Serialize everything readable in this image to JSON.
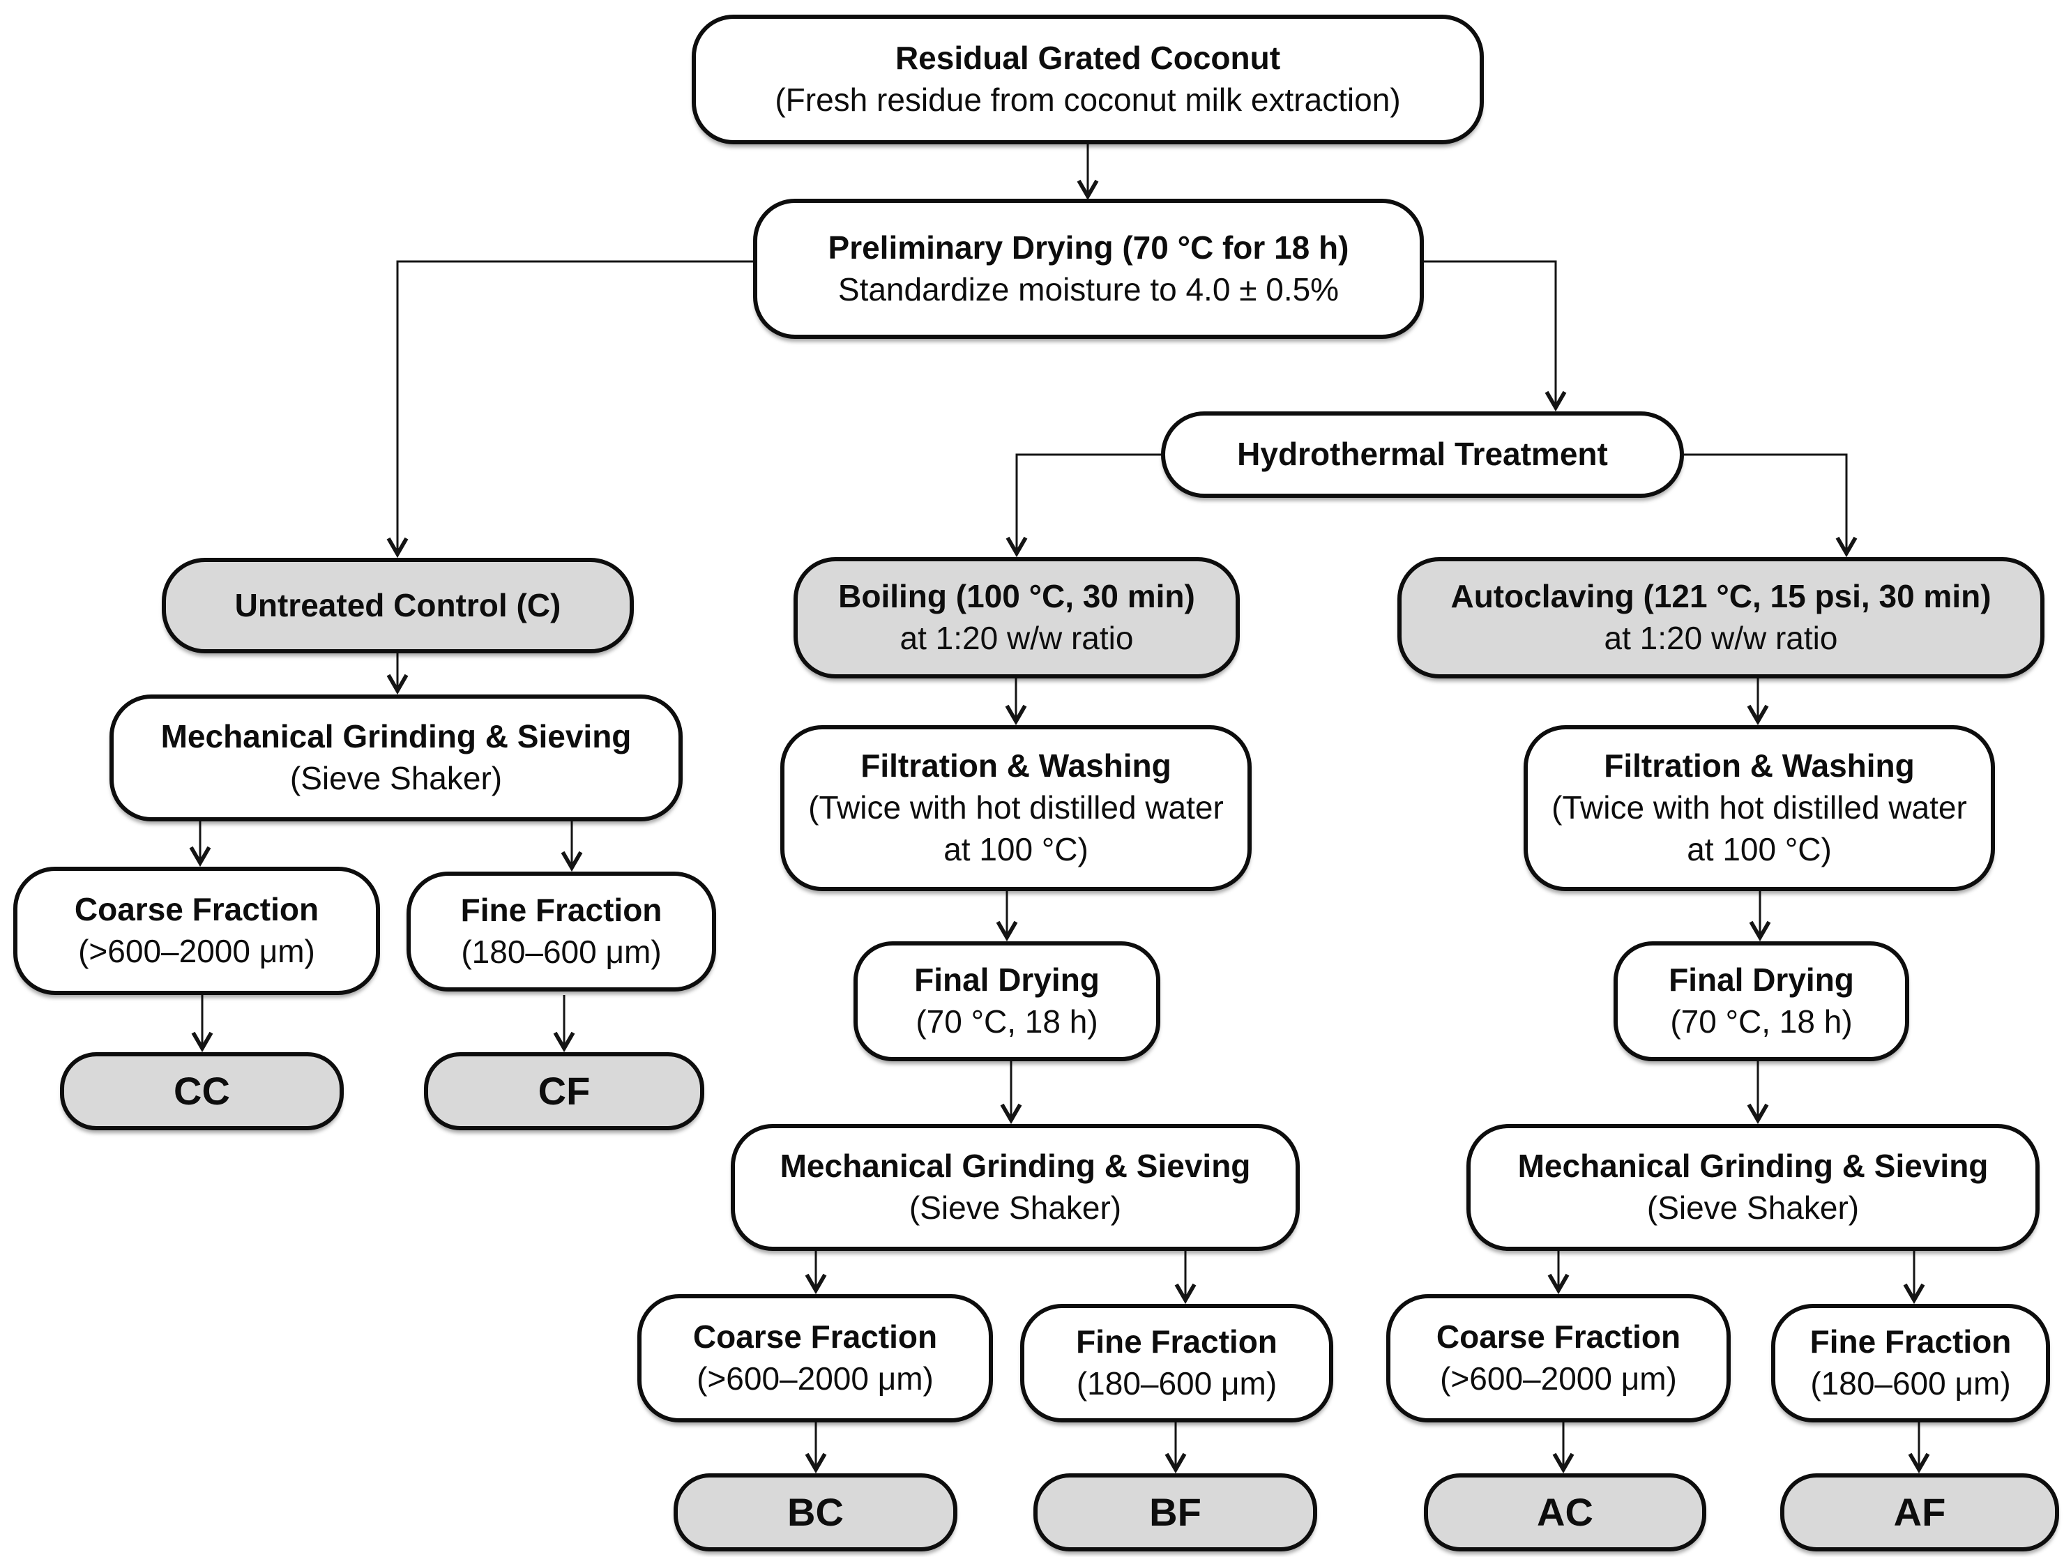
{
  "colors": {
    "node_fill": "#ffffff",
    "node_fill_shaded": "#d9d9d9",
    "outline": "#0d0d0d"
  },
  "nodes": {
    "residual": {
      "title": "Residual Grated Coconut",
      "subtitle": "(Fresh residue from coconut milk extraction)"
    },
    "preliminary_drying": {
      "title": "Preliminary Drying (70 °C for 18 h)",
      "subtitle": "Standardize moisture to 4.0 ± 0.5%"
    },
    "hydrothermal": {
      "title": "Hydrothermal Treatment"
    },
    "untreated_control": {
      "title": "Untreated Control (C)"
    },
    "boiling": {
      "title": "Boiling (100 °C, 30 min)",
      "subtitle": "at 1:20 w/w ratio"
    },
    "autoclaving": {
      "title": "Autoclaving (121 °C, 15 psi, 30 min)",
      "subtitle": "at 1:20 w/w ratio"
    },
    "grinding_control": {
      "title": "Mechanical Grinding & Sieving",
      "subtitle": "(Sieve Shaker)"
    },
    "grinding_boiling": {
      "title": "Mechanical Grinding & Sieving",
      "subtitle": "(Sieve Shaker)"
    },
    "grinding_autoclaving": {
      "title": "Mechanical Grinding & Sieving",
      "subtitle": "(Sieve Shaker)"
    },
    "filtration_boiling": {
      "title": "Filtration & Washing",
      "subtitle": "(Twice with hot distilled water at 100 °C)"
    },
    "filtration_autoclaving": {
      "title": "Filtration & Washing",
      "subtitle": "(Twice with hot distilled water at 100 °C)"
    },
    "final_drying_boiling": {
      "title": "Final Drying",
      "subtitle": "(70 °C, 18 h)"
    },
    "final_drying_autoclaving": {
      "title": "Final Drying",
      "subtitle": "(70 °C, 18 h)"
    },
    "coarse_control": {
      "title": "Coarse Fraction",
      "subtitle": "(>600–2000 μm)"
    },
    "fine_control": {
      "title": "Fine Fraction",
      "subtitle": "(180–600 μm)"
    },
    "coarse_boiling": {
      "title": "Coarse Fraction",
      "subtitle": "(>600–2000 μm)"
    },
    "fine_boiling": {
      "title": "Fine Fraction",
      "subtitle": "(180–600 μm)"
    },
    "coarse_autoclaving": {
      "title": "Coarse Fraction",
      "subtitle": "(>600–2000 μm)"
    },
    "fine_autoclaving": {
      "title": "Fine Fraction",
      "subtitle": "(180–600 μm)"
    },
    "code_cc": {
      "label": "CC"
    },
    "code_cf": {
      "label": "CF"
    },
    "code_bc": {
      "label": "BC"
    },
    "code_bf": {
      "label": "BF"
    },
    "code_ac": {
      "label": "AC"
    },
    "code_af": {
      "label": "AF"
    }
  }
}
